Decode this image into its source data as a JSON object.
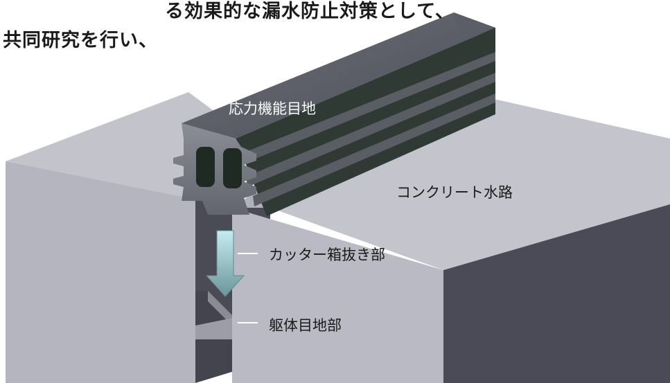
{
  "heading": {
    "line1": "る効果的な漏水防止対策として、",
    "line2": "共同研究を行い、"
  },
  "labels": {
    "joint": "応力機能目地",
    "channel": "コンクリート水路",
    "cutter": "カッター箱抜き部",
    "body_joint": "躯体目地部"
  },
  "colors": {
    "block_top": "#c2c3ca",
    "block_front": "#b3b4bd",
    "block_side": "#4a4b55",
    "joint_dark": "#3d3f45",
    "joint_fin": "#2c3a34",
    "arrow_top": "#b8e2ea",
    "arrow_bottom": "#6f9ba0"
  }
}
